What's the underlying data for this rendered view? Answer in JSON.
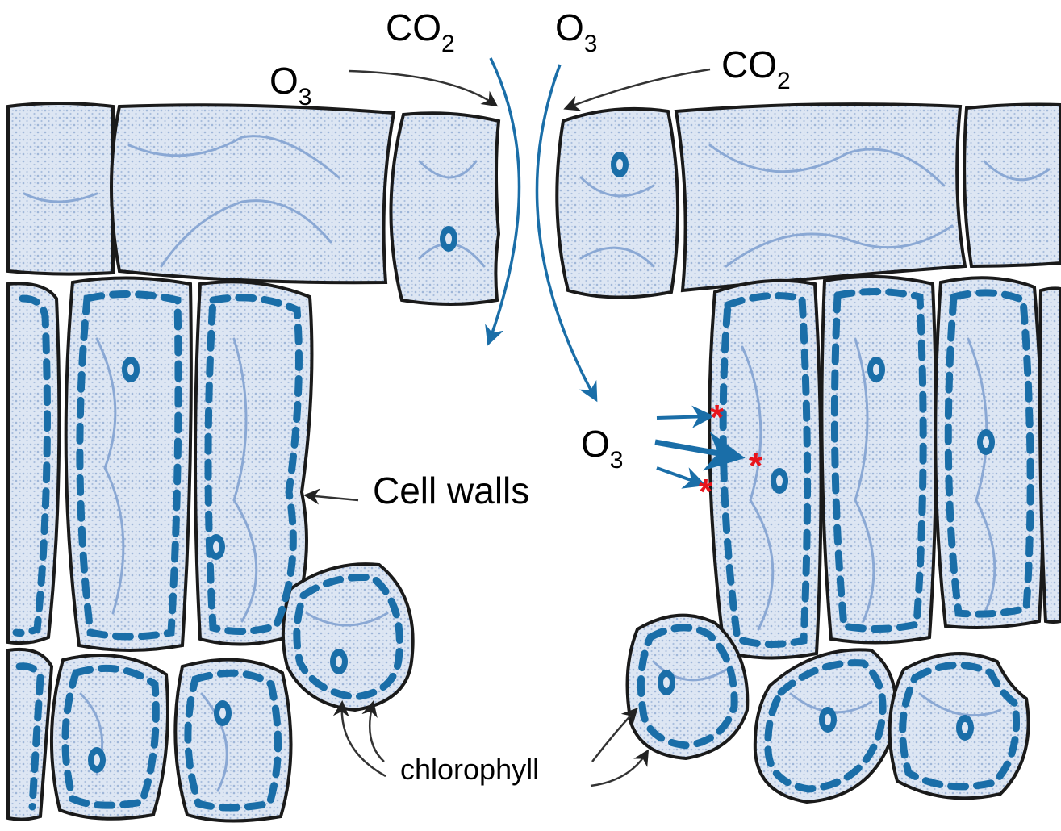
{
  "labels": {
    "co2_top": {
      "main": "CO",
      "sub": "2"
    },
    "o3_top": {
      "main": "O",
      "sub": "3"
    },
    "o3_left": {
      "main": "O",
      "sub": "3"
    },
    "co2_right": {
      "main": "CO",
      "sub": "2"
    },
    "o3_mid": {
      "main": "O",
      "sub": "3"
    },
    "cell_walls": "Cell walls",
    "chlorophyll": "chlorophyll"
  },
  "colors": {
    "cell_fill": "#c9d6ea",
    "cell_stipple": "#9fb6d8",
    "network": "#8aa8d4",
    "chloroplast": "#1a6ea8",
    "nucleus": "#1a6ea8",
    "flow_arrow": "#1a6ea8",
    "pointer_arrow": "#333333",
    "wall_outer": "#1a1a1a",
    "star": "#e8141c"
  },
  "marker": "*"
}
